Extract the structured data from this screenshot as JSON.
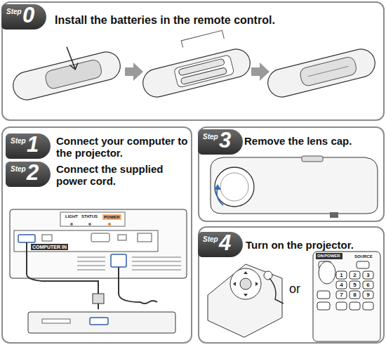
{
  "diagram": {
    "nodes": [
      {
        "text": [
          "Install the batteries in the remote control."
        ]
      },
      {
        "text": [
          "Step",
          "0"
        ],
        "in": 0
      },
      {
        "text": [
          "Connect your computer to the projector.",
          "Connect the supplied power cord."
        ]
      },
      {
        "text": [
          "Step",
          "1"
        ],
        "in": 2
      },
      {
        "text": [
          "Step",
          "2"
        ],
        "in": 2
      },
      {
        "text": [
          "Remove the lens cap."
        ]
      },
      {
        "text": [
          "Step",
          "3"
        ],
        "in": 5
      },
      {
        "text": [
          "Turn on the projector."
        ]
      },
      {
        "text": [
          "Step",
          "4"
        ],
        "in": 7
      }
    ],
    "labels": [
      "LIGHT",
      "STATUS",
      "POWER",
      "COMPUTER IN",
      "or",
      "ON",
      "POWER",
      "SOURCE",
      "1",
      "2",
      "3",
      "4",
      "5",
      "6",
      "7",
      "8",
      "9"
    ]
  }
}
